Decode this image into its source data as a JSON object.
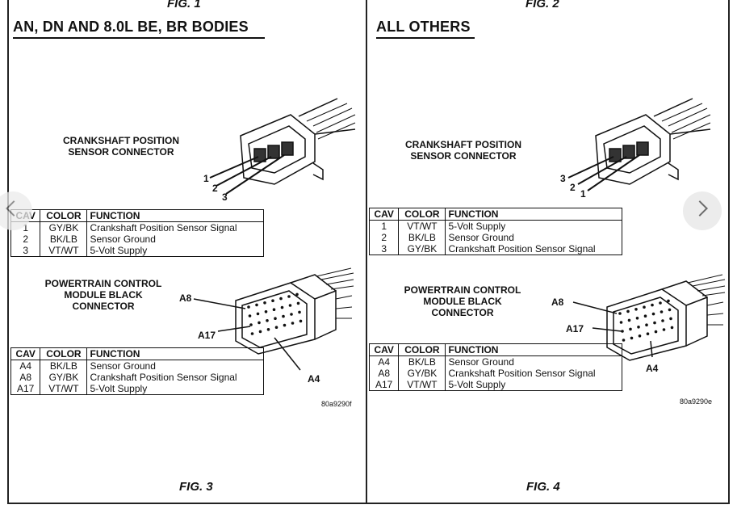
{
  "fig_top_left": "FIG. 1",
  "fig_top_right": "FIG. 2",
  "left": {
    "heading": "AN, DN AND 8.0L BE, BR BODIES",
    "ckp_label": [
      "CRANKSHAFT POSITION",
      "SENSOR CONNECTOR"
    ],
    "ckp_pins": [
      "1",
      "2",
      "3"
    ],
    "ckp_table": {
      "headers": [
        "CAV",
        "COLOR",
        "FUNCTION"
      ],
      "rows": [
        [
          "1",
          "GY/BK",
          "Crankshaft Position Sensor Signal"
        ],
        [
          "2",
          "BK/LB",
          "Sensor Ground"
        ],
        [
          "3",
          "VT/WT",
          "5-Volt Supply"
        ]
      ]
    },
    "pcm_label": [
      "POWERTRAIN CONTROL",
      "MODULE BLACK",
      "CONNECTOR"
    ],
    "pcm_pins": [
      "A8",
      "A17",
      "A4"
    ],
    "pcm_table": {
      "headers": [
        "CAV",
        "COLOR",
        "FUNCTION"
      ],
      "rows": [
        [
          "A4",
          "BK/LB",
          "Sensor Ground"
        ],
        [
          "A8",
          "GY/BK",
          "Crankshaft Position Sensor Signal"
        ],
        [
          "A17",
          "VT/WT",
          "5-Volt Supply"
        ]
      ]
    },
    "code": "80a9290f",
    "figure": "FIG. 3"
  },
  "right": {
    "heading": "ALL OTHERS",
    "ckp_label": [
      "CRANKSHAFT POSITION",
      "SENSOR CONNECTOR"
    ],
    "ckp_pins": [
      "3",
      "2",
      "1"
    ],
    "ckp_table": {
      "headers": [
        "CAV",
        "COLOR",
        "FUNCTION"
      ],
      "rows": [
        [
          "1",
          "VT/WT",
          "5-Volt Supply"
        ],
        [
          "2",
          "BK/LB",
          "Sensor Ground"
        ],
        [
          "3",
          "GY/BK",
          "Crankshaft Position Sensor Signal"
        ]
      ]
    },
    "pcm_label": [
      "POWERTRAIN CONTROL",
      "MODULE BLACK",
      "CONNECTOR"
    ],
    "pcm_pins": [
      "A8",
      "A17",
      "A4"
    ],
    "pcm_table": {
      "headers": [
        "CAV",
        "COLOR",
        "FUNCTION"
      ],
      "rows": [
        [
          "A4",
          "BK/LB",
          "Sensor Ground"
        ],
        [
          "A8",
          "GY/BK",
          "Crankshaft Position Sensor Signal"
        ],
        [
          "A17",
          "VT/WT",
          "5-Volt Supply"
        ]
      ]
    },
    "code": "80a9290e",
    "figure": "FIG. 4"
  },
  "icons": {
    "prev": "chevron-left-icon",
    "next": "chevron-right-icon"
  }
}
